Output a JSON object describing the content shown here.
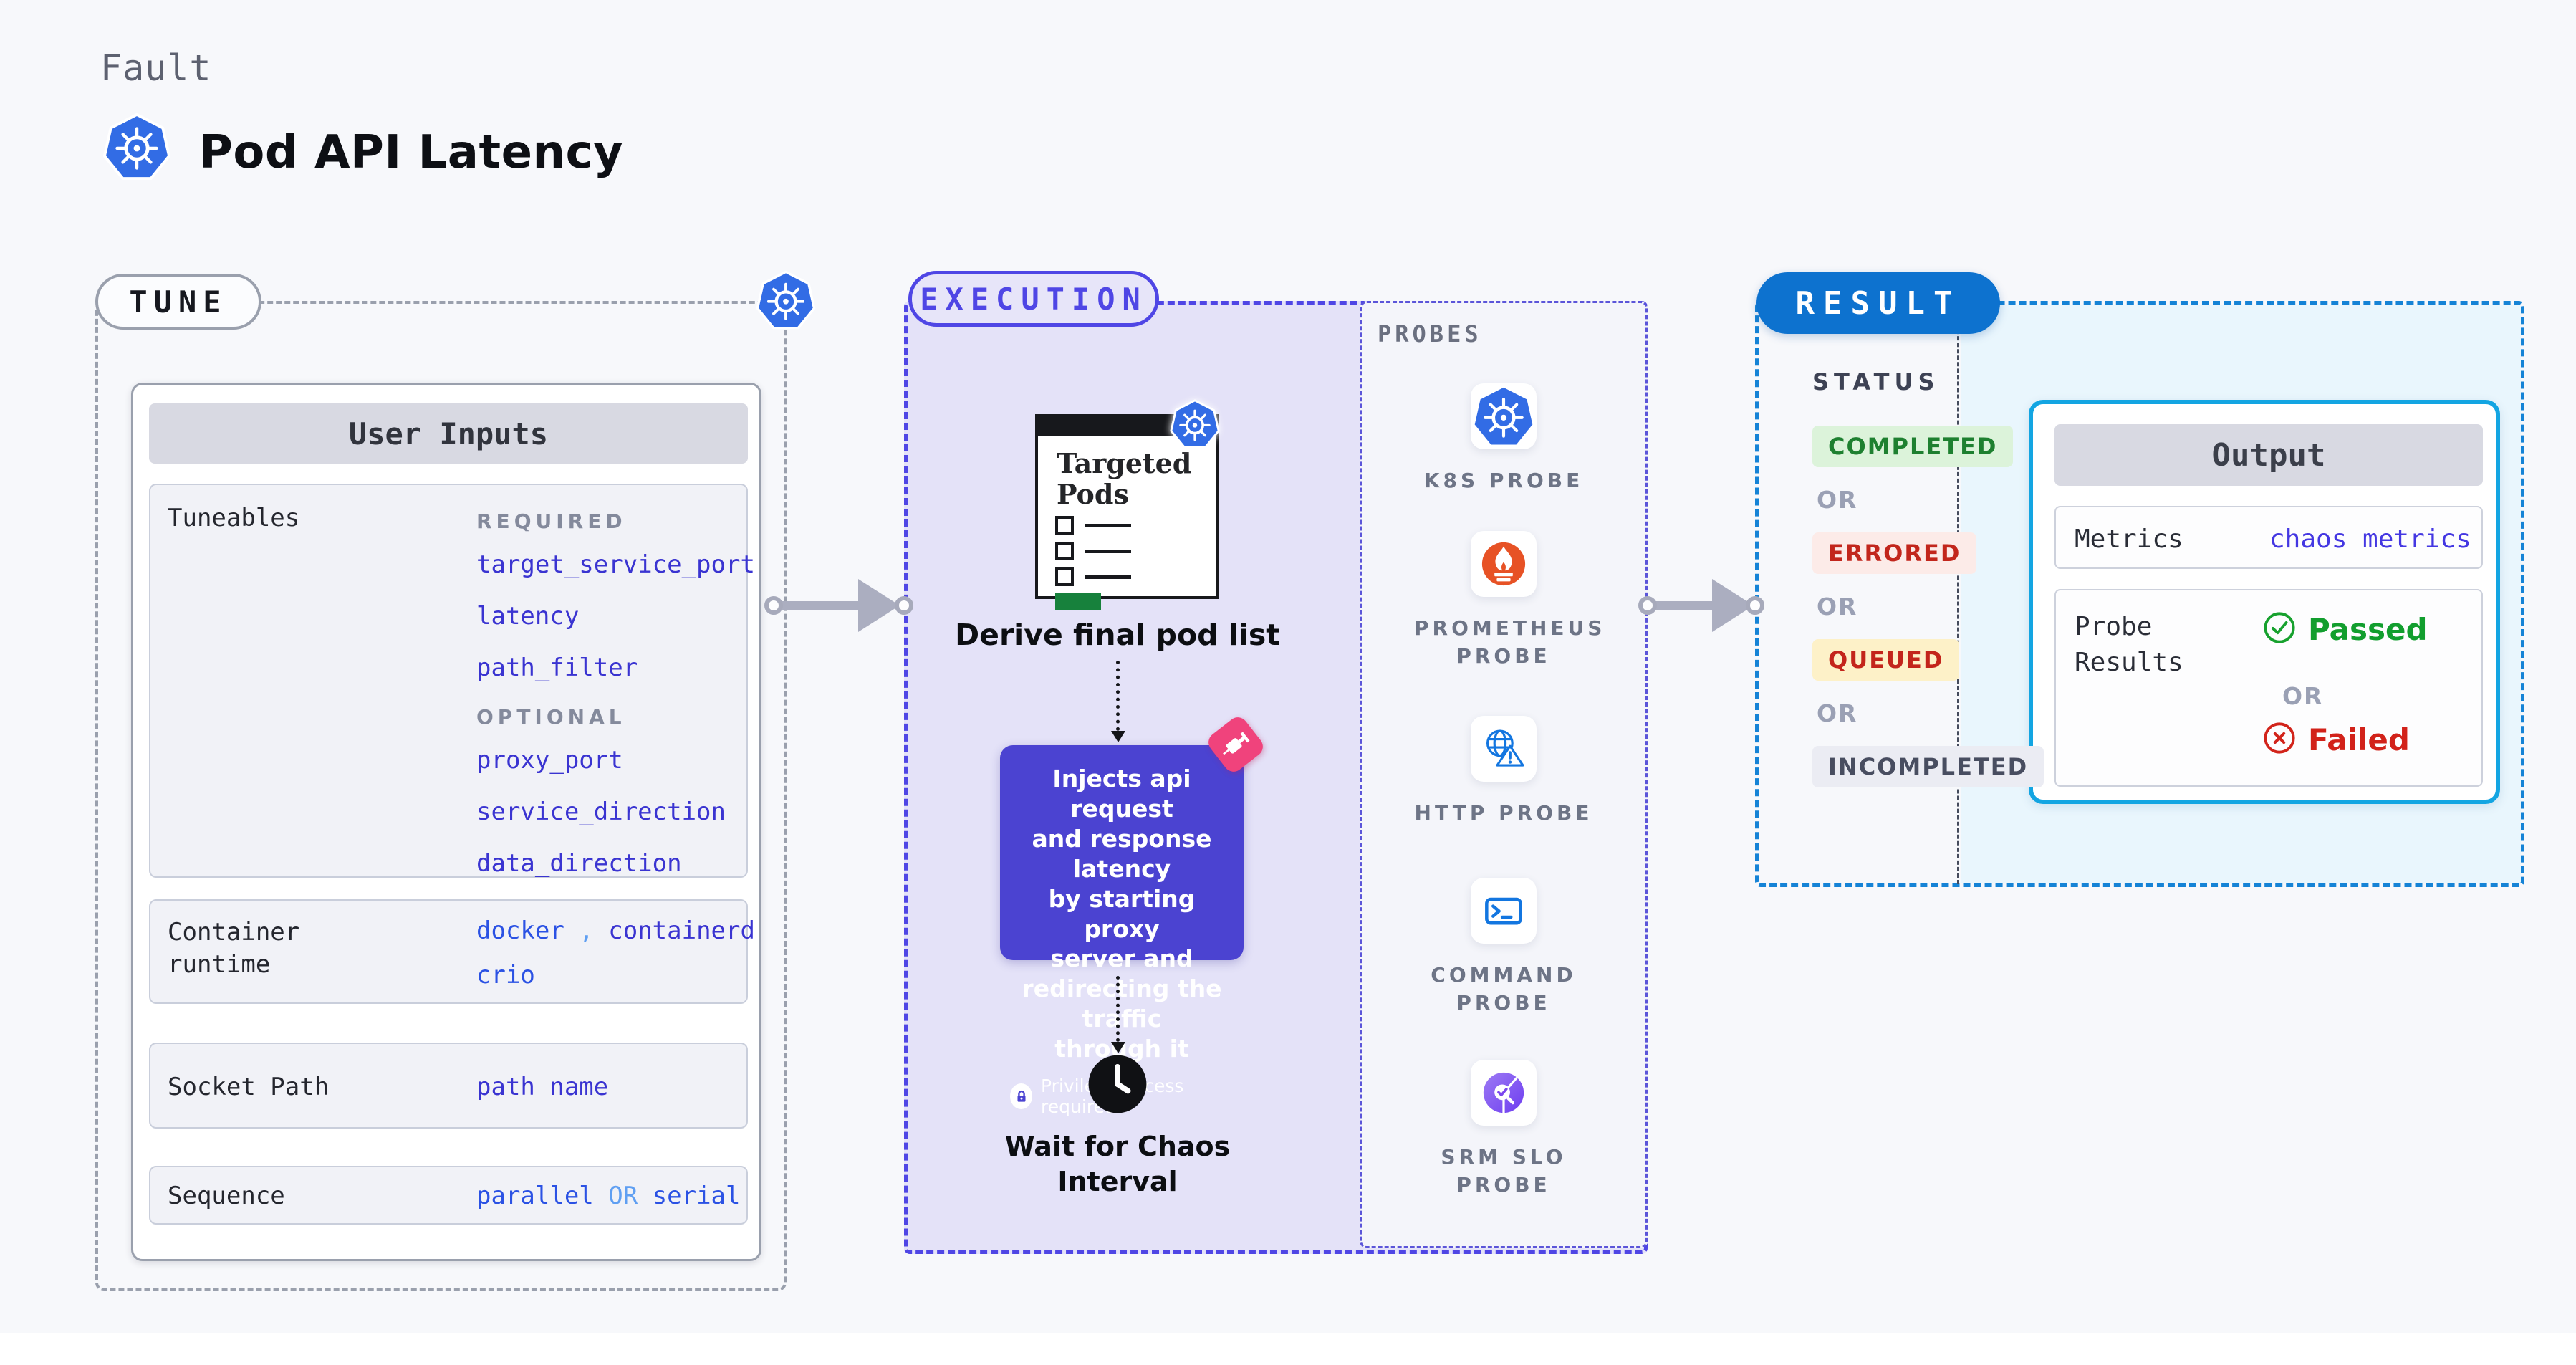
{
  "header": {
    "kicker": "Fault",
    "title": "Pod API Latency"
  },
  "colors": {
    "accent_indigo": "#4f46e5",
    "accent_blue": "#0d72cf",
    "accent_cyan": "#13a5e2",
    "lavender_bg": "#e4e2f8",
    "cyan_bg": "#e9f6fd",
    "link_indigo": "#3a34d1",
    "link_blue": "#2b52e4",
    "green": "#1e8030",
    "red": "#c2261c",
    "yellow_bg": "#fdf1c8",
    "kubernetes_blue": "#326ce5",
    "prometheus_orange": "#e75225",
    "pink": "#f0437c",
    "pod_green": "#17813c"
  },
  "tune": {
    "label": "TUNE",
    "user_inputs_title": "User Inputs",
    "tuneables": {
      "label": "Tuneables",
      "groups": [
        {
          "heading": "REQUIRED",
          "items": [
            "target_service_port",
            "latency",
            "path_filter"
          ]
        },
        {
          "heading": "OPTIONAL",
          "items": [
            "proxy_port",
            "service_direction",
            "data_direction"
          ]
        }
      ]
    },
    "container_runtime": {
      "label": "Container runtime",
      "line1": [
        [
          "docker",
          "blue"
        ],
        [
          " , ",
          "lightblue"
        ],
        [
          "containerd",
          "indigo"
        ]
      ],
      "line2": [
        [
          "crio",
          "blue"
        ]
      ]
    },
    "socket_path": {
      "label": "Socket Path",
      "value": [
        [
          "path name",
          "indigo"
        ]
      ]
    },
    "sequence": {
      "label": "Sequence",
      "value": [
        [
          "parallel",
          "blue"
        ],
        [
          " OR ",
          "lightblue"
        ],
        [
          "serial",
          "blue"
        ]
      ]
    }
  },
  "execution": {
    "label": "EXECUTION",
    "targeted_pods": {
      "line1": "Targeted",
      "line2": "Pods"
    },
    "derive_label": "Derive final pod list",
    "inject_lines": [
      "Injects api request",
      "and response latency",
      "by starting proxy",
      "server and",
      "redirecting the traffic",
      "through it"
    ],
    "privilege_label": "Privilege access required",
    "wait_line1": "Wait for Chaos",
    "wait_line2": "Interval",
    "probes_label": "PROBES",
    "probes": [
      {
        "label": "K8S PROBE",
        "icon": "k8s"
      },
      {
        "label": "PROMETHEUS PROBE",
        "icon": "prometheus"
      },
      {
        "label": "HTTP PROBE",
        "icon": "http"
      },
      {
        "label": "COMMAND PROBE",
        "icon": "command"
      },
      {
        "label": "SRM SLO PROBE",
        "icon": "srmslo"
      }
    ]
  },
  "result": {
    "label": "RESULT",
    "status_label": "STATUS",
    "or_label": "OR",
    "statuses": [
      {
        "label": "COMPLETED",
        "kind": "completed"
      },
      {
        "label": "ERRORED",
        "kind": "errored"
      },
      {
        "label": "QUEUED",
        "kind": "queued"
      },
      {
        "label": "INCOMPLETED",
        "kind": "incompleted"
      }
    ],
    "output": {
      "title": "Output",
      "metrics_label": "Metrics",
      "metrics_value": "chaos metrics",
      "probe_results_label": "Probe Results",
      "passed_label": "Passed",
      "or_label": "OR",
      "failed_label": "Failed"
    }
  }
}
